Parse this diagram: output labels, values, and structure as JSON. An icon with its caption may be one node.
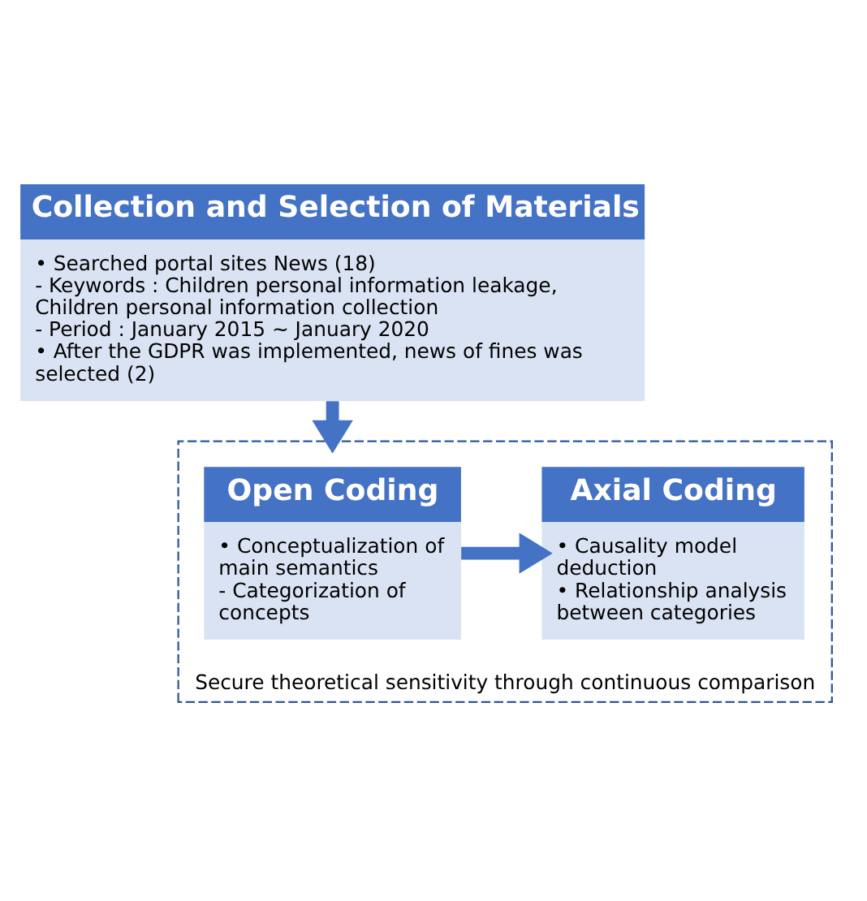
{
  "diagram": {
    "nodes": [
      {
        "text": [
          "Collection and Selection of Materials",
          "• Searched portal sites News (18)",
          "- Keywords : Children personal information leakage, Children personal information collection",
          "- Period : January 2015 ~ January 2020",
          "• After the GDPR was implemented, news of fines was selected (2)"
        ]
      },
      {
        "text": [
          "Secure theoretical sensitivity through continuous comparison"
        ]
      },
      {
        "text": [
          "Open Coding",
          "• Conceptualization of main semantics",
          "- Categorization of concepts"
        ],
        "in": 1
      },
      {
        "text": [
          "Axial Coding",
          "• Causality model deduction",
          "• Relationship analysis between categories"
        ],
        "in": 1
      }
    ],
    "edges": [
      {
        "from": 0,
        "to": 1,
        "arrow": "to"
      },
      {
        "from": 2,
        "to": 3,
        "arrow": "to"
      }
    ]
  }
}
